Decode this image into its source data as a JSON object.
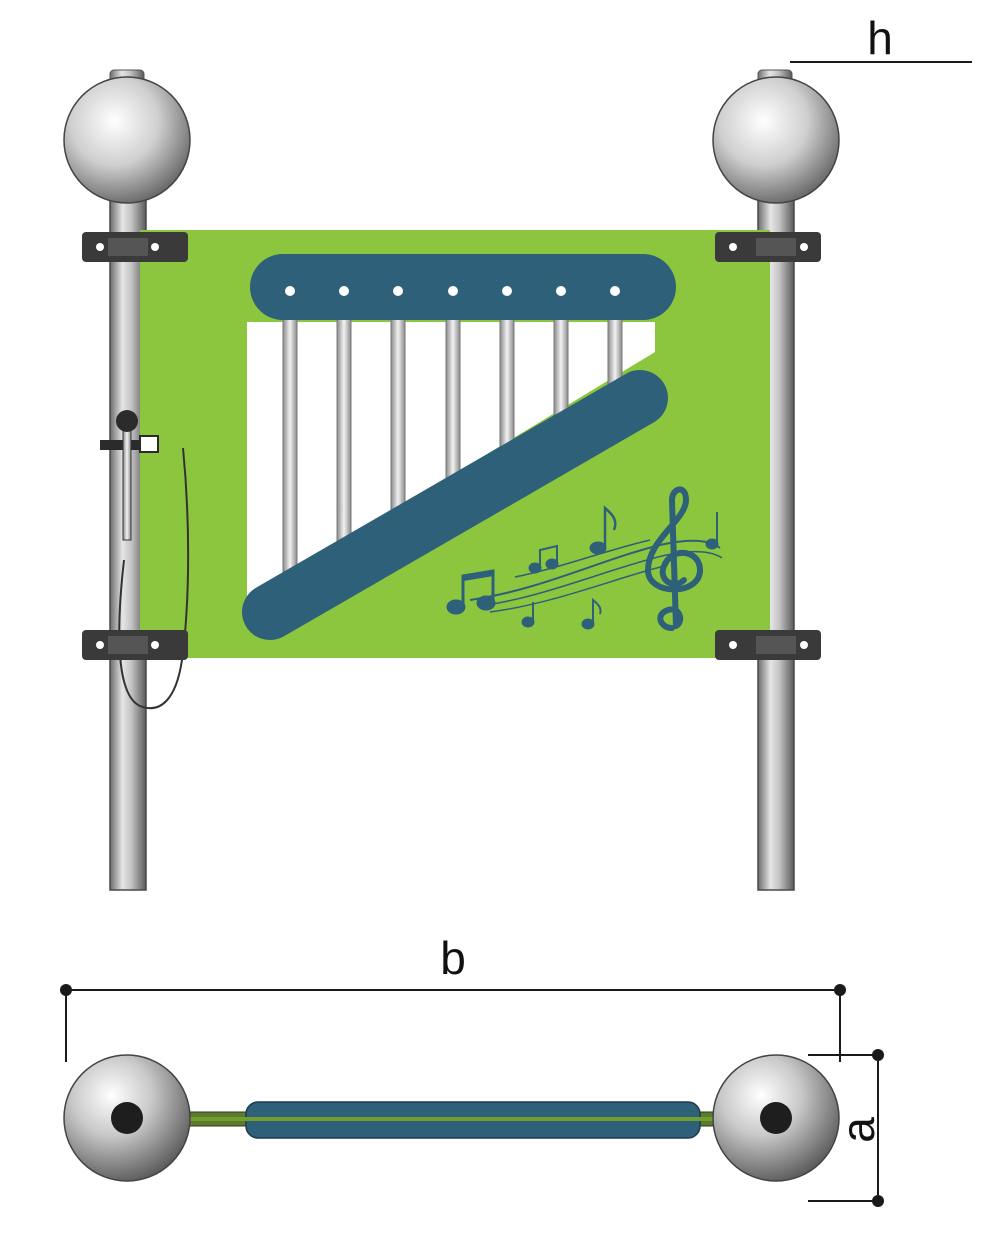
{
  "dimensions": {
    "height_label": "h",
    "width_label": "b",
    "depth_label": "a"
  },
  "components": {
    "posts": 2,
    "chime_bars": 7,
    "bolt_holes_on_top_bar": 7
  },
  "colors": {
    "panel_green": "#8cc63f",
    "bar_blue": "#2e6079",
    "post_grey": "#b8b8b8",
    "clamp_dark": "#3a3a3a",
    "tube_white": "#ffffff",
    "ink": "#1a1a1a"
  },
  "icons": [
    "music-notes-icon",
    "treble-clef-icon"
  ]
}
